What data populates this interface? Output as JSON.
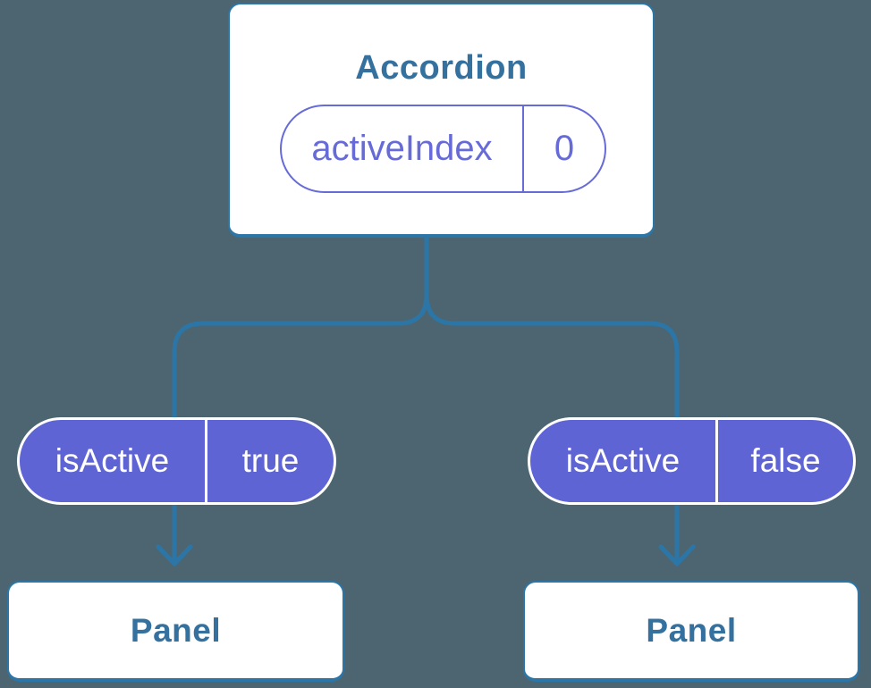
{
  "colors": {
    "background": "#4D6570",
    "line_blue": "#2B76A7",
    "text_blue": "#35719F",
    "pill_purple": "#5F64D4",
    "pill_outline_purple": "#666BD8",
    "card_bg": "#FFFFFF",
    "pill_text_white": "#FFFFFF"
  },
  "tree": {
    "root": {
      "title": "Accordion",
      "state": {
        "name": "activeIndex",
        "value": "0"
      }
    },
    "children": [
      {
        "prop": {
          "name": "isActive",
          "value": "true"
        },
        "title": "Panel"
      },
      {
        "prop": {
          "name": "isActive",
          "value": "false"
        },
        "title": "Panel"
      }
    ]
  }
}
